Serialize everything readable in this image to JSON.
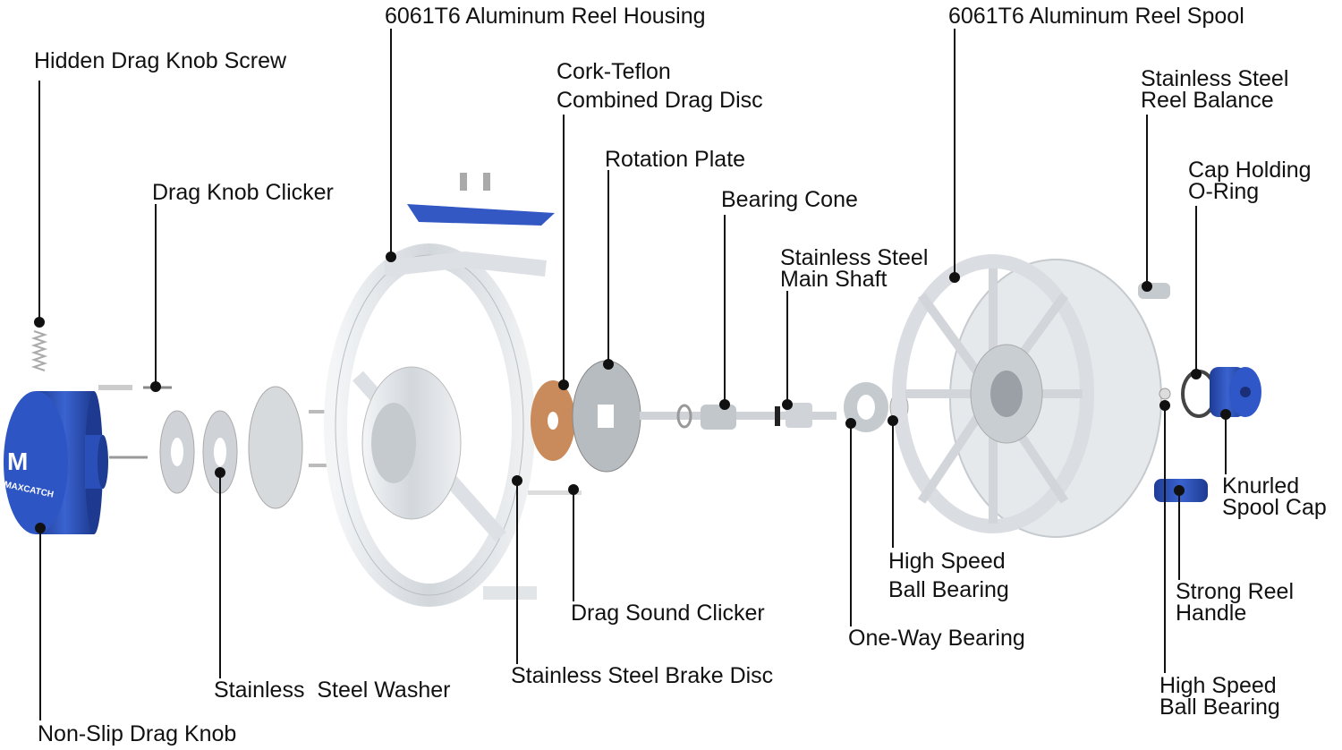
{
  "brand_logo_text": "MAXCATCH",
  "colors": {
    "anodized_blue": "#2a4fb5",
    "cork": "#c98b5c",
    "aluminum": "#d8dde2",
    "leader_line": "#111111"
  },
  "labels": {
    "reel_housing": "6061T6 Aluminum Reel Housing",
    "reel_spool": "6061T6 Aluminum Reel Spool",
    "hidden_screw": "Hidden Drag Knob Screw",
    "cork_disc_1": "Cork-Teflon",
    "cork_disc_2": "Combined Drag Disc",
    "rotation_plate": "Rotation Plate",
    "drag_clicker": "Drag Knob Clicker",
    "bearing_cone": "Bearing Cone",
    "main_shaft_1": "Stainless Steel",
    "main_shaft_2": "Main Shaft",
    "reel_balance_1": "Stainless Steel",
    "reel_balance_2": "Reel Balance",
    "o_ring_1": "Cap Holding",
    "o_ring_2": "O-Ring",
    "spool_cap_1": "Knurled",
    "spool_cap_2": "Spool Cap",
    "reel_handle_1": "Strong Reel",
    "reel_handle_2": "Handle",
    "ball_bearing_right_1": "High Speed",
    "ball_bearing_right_2": "Ball Bearing",
    "ball_bearing_mid_1": "High Speed",
    "ball_bearing_mid_2": "Ball Bearing",
    "one_way_bearing": "One-Way Bearing",
    "drag_sound_clicker": "Drag Sound Clicker",
    "brake_disc": "Stainless Steel Brake Disc",
    "washer": "Stainless  Steel Washer",
    "drag_knob": "Non-Slip Drag Knob"
  }
}
